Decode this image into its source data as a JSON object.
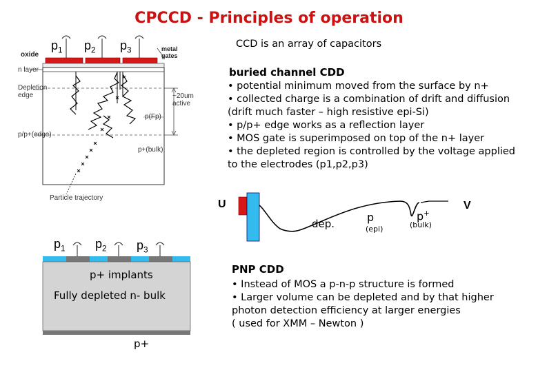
{
  "title": "CPCCD  -  Principles of operation",
  "ccd_array_text": "CCD is an array of capacitors",
  "top_diagram": {
    "gates": [
      {
        "label": "p",
        "sub": "1"
      },
      {
        "label": "p",
        "sub": "2"
      },
      {
        "label": "p",
        "sub": "3"
      }
    ],
    "oxide": "oxide",
    "metal": "metal",
    "gates_word": "gates",
    "n_layer": "n layer",
    "depletion": "Depletion",
    "edge": "edge",
    "approx_20um": "~20um",
    "active": "active",
    "p_fp": "p(Fp)",
    "pp_edge": "p/p+(edge)",
    "p_bulk": "p+(bulk)",
    "particle_trajectory": "Particle trajectory"
  },
  "buried_channel": {
    "heading": "buried channel CDD",
    "bullets": [
      "• potential minimum moved from the surface by n+",
      "• collected charge is a combination of drift and diffusion",
      "(drift much faster – high resistive epi-Si)",
      "• p/p+ edge works as a reflection layer",
      "• MOS gate is superimposed on top of the n+ layer",
      "• the depleted region is controlled by the voltage applied",
      "to the electrodes (p1,p2,p3)"
    ]
  },
  "potential_diagram": {
    "u_label": "U",
    "v_label": "V",
    "dep_label": "dep.",
    "p_label": "p",
    "epi_label": "(epi)",
    "pplus_label": "p",
    "pplus_sup": "+",
    "bulk_label": "(bulk)"
  },
  "bottom_diagram": {
    "gates": [
      {
        "label": "p",
        "sub": "1"
      },
      {
        "label": "p",
        "sub": "2"
      },
      {
        "label": "p",
        "sub": "3"
      }
    ],
    "implants": "p+ implants",
    "bulk": "Fully depleted n- bulk",
    "pplus": "p+"
  },
  "pnp": {
    "heading": "PNP CDD",
    "bullets": [
      "• Instead of MOS a p-n-p structure is formed",
      "• Larger volume can be depleted and by that higher",
      "photon detection efficiency at larger energies",
      "( used for XMM – Newton )"
    ]
  },
  "colors": {
    "title": "#cc1111",
    "gate_red": "#d81818",
    "blue": "#33bbee",
    "bulk_gray": "#d4d4d4"
  }
}
